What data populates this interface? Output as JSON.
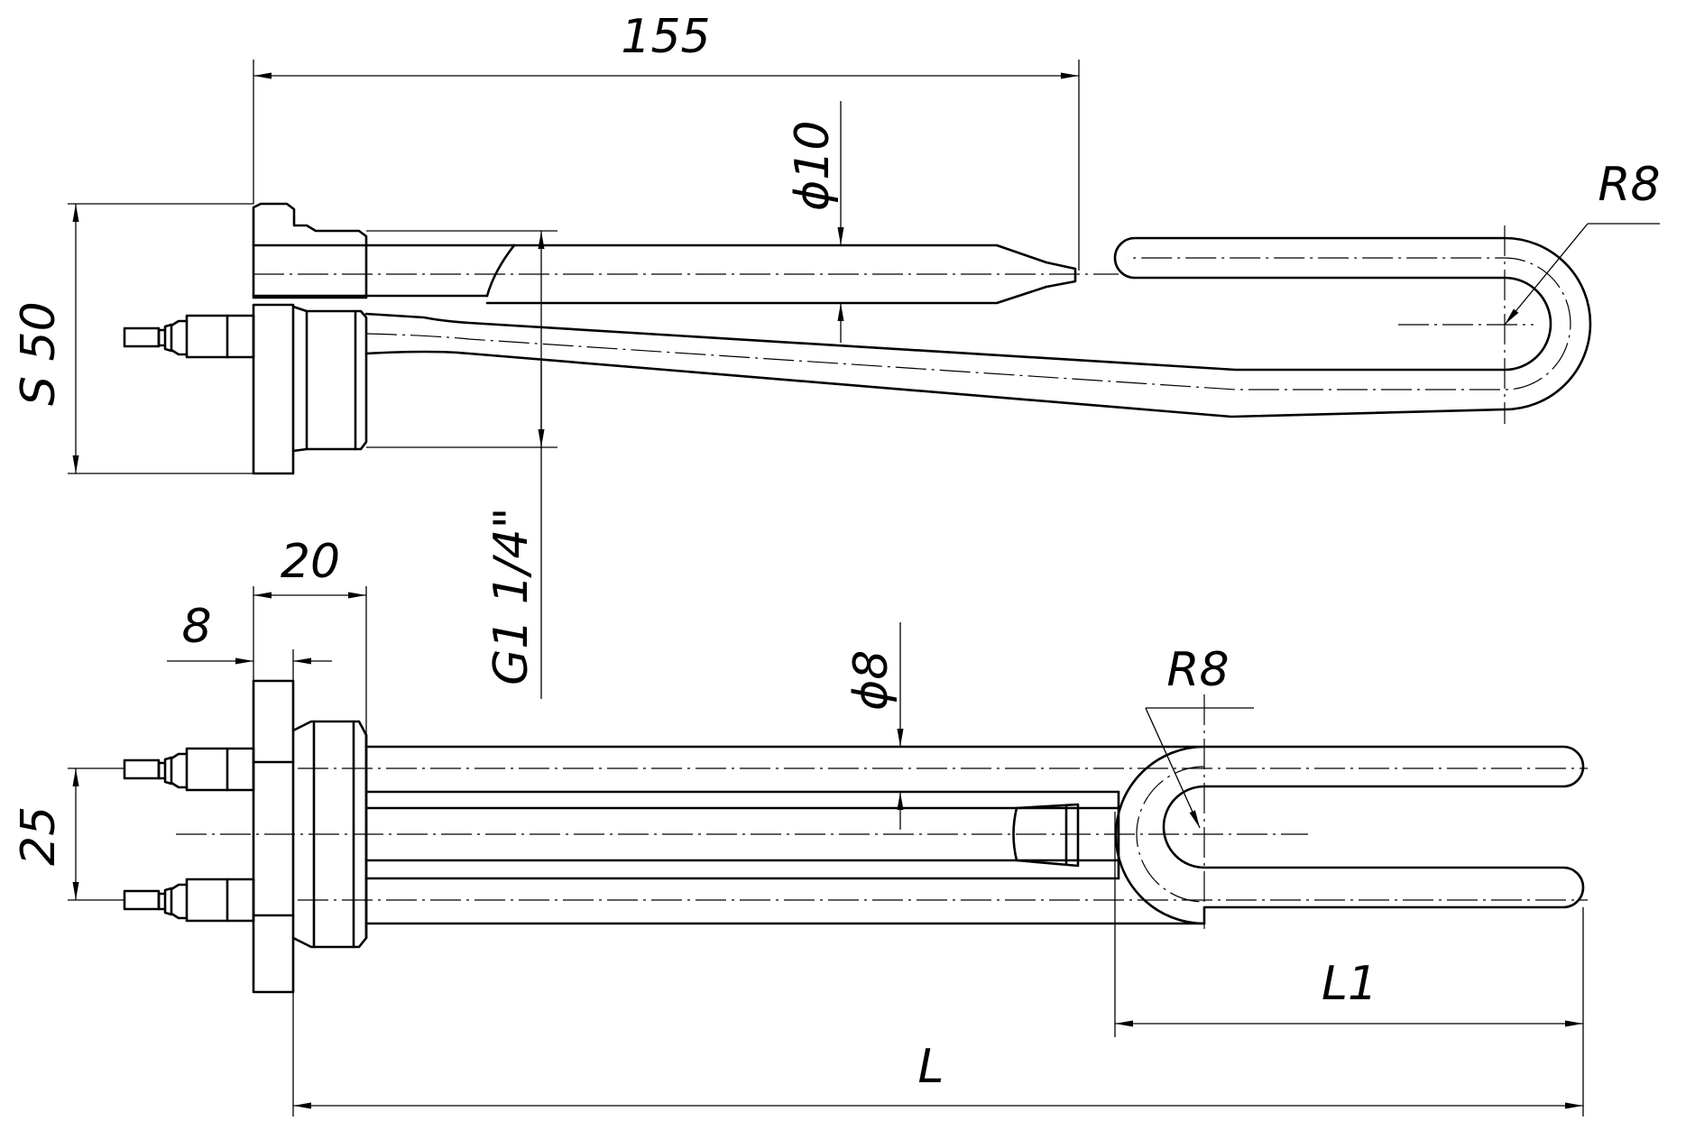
{
  "drawing": {
    "top_view": {
      "dim_length": "155",
      "dim_tube_diameter": "ϕ10",
      "dim_bend_radius": "R8",
      "dim_hex": "S 50",
      "dim_thread": "G1 1/4\""
    },
    "front_view": {
      "dim_flange_width": "20",
      "dim_nut_width": "8",
      "dim_tube_diameter": "ϕ8",
      "dim_bend_radius": "R8",
      "dim_terminal_spacing": "25",
      "dim_loop_length": "L1",
      "dim_total_length": "L"
    }
  }
}
